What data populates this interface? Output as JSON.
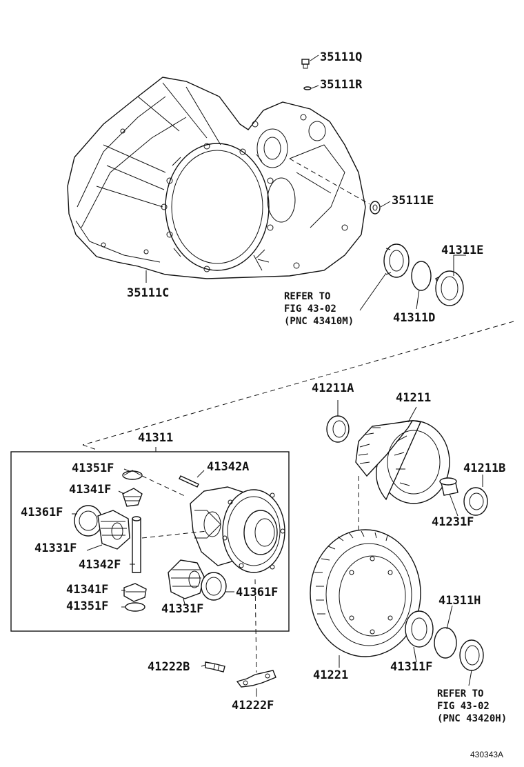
{
  "labels": {
    "p35111q": "35111Q",
    "p35111r": "35111R",
    "p35111e": "35111E",
    "p35111c": "35111C",
    "p41311e": "41311E",
    "p41311d": "41311D",
    "p41211a": "41211A",
    "p41211": "41211",
    "p41311": "41311",
    "p41351f_top": "41351F",
    "p41342a": "41342A",
    "p41341f_top": "41341F",
    "p41361f_left": "41361F",
    "p41331f_left": "41331F",
    "p41342f": "41342F",
    "p41341f_bottom": "41341F",
    "p41351f_bottom": "41351F",
    "p41331f_right": "41331F",
    "p41361f_right": "41361F",
    "p41211b": "41211B",
    "p41231f": "41231F",
    "p41311h": "41311H",
    "p41221": "41221",
    "p41311f": "41311F",
    "p41222b": "41222B",
    "p41222f": "41222F"
  },
  "refs": {
    "upper": {
      "line1": "REFER TO",
      "line2": "FIG 43-02",
      "line3": "(PNC 43410M)"
    },
    "lower": {
      "line1": "REFER TO",
      "line2": "FIG 43-02",
      "line3": "(PNC 43420H)"
    }
  },
  "figure_code": "430343A"
}
